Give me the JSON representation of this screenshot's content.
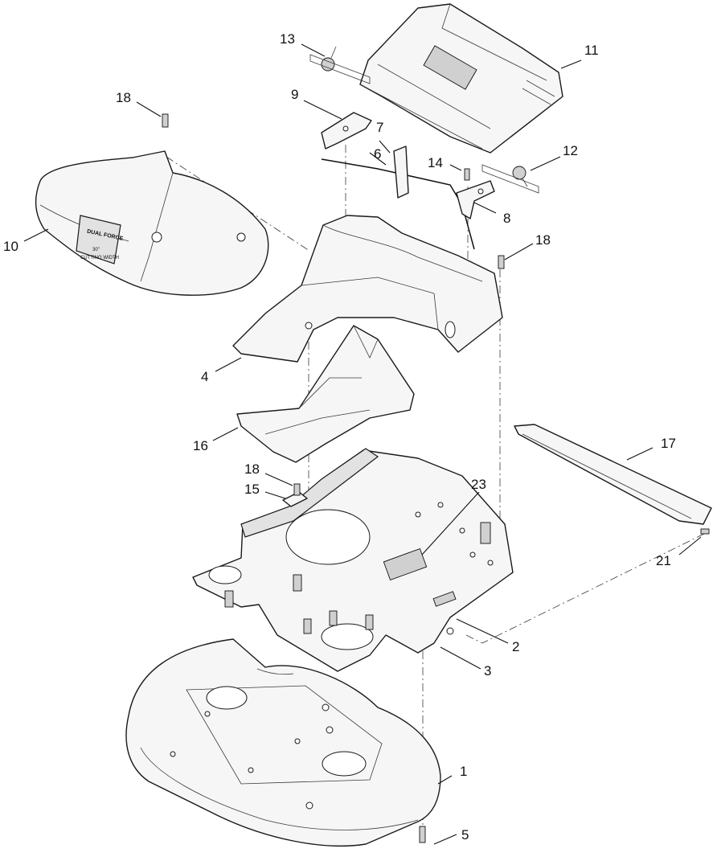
{
  "callouts": [
    {
      "id": "c1",
      "label": "1"
    },
    {
      "id": "c2",
      "label": "2"
    },
    {
      "id": "c3",
      "label": "3"
    },
    {
      "id": "c4",
      "label": "4"
    },
    {
      "id": "c5",
      "label": "5"
    },
    {
      "id": "c6",
      "label": "6"
    },
    {
      "id": "c7",
      "label": "7"
    },
    {
      "id": "c8",
      "label": "8"
    },
    {
      "id": "c9",
      "label": "9"
    },
    {
      "id": "c10",
      "label": "10"
    },
    {
      "id": "c11",
      "label": "11"
    },
    {
      "id": "c12",
      "label": "12"
    },
    {
      "id": "c13",
      "label": "13"
    },
    {
      "id": "c14",
      "label": "14"
    },
    {
      "id": "c15",
      "label": "15"
    },
    {
      "id": "c16",
      "label": "16"
    },
    {
      "id": "c17",
      "label": "17"
    },
    {
      "id": "c18a",
      "label": "18"
    },
    {
      "id": "c18b",
      "label": "18"
    },
    {
      "id": "c18c",
      "label": "18"
    },
    {
      "id": "c21",
      "label": "21"
    },
    {
      "id": "c23",
      "label": "23"
    }
  ],
  "decal_text": {
    "brand_line1": "DUAL FORCE",
    "brand_line2": "",
    "size": "30\"",
    "cutting_width": "CUTTING WIDTH"
  }
}
